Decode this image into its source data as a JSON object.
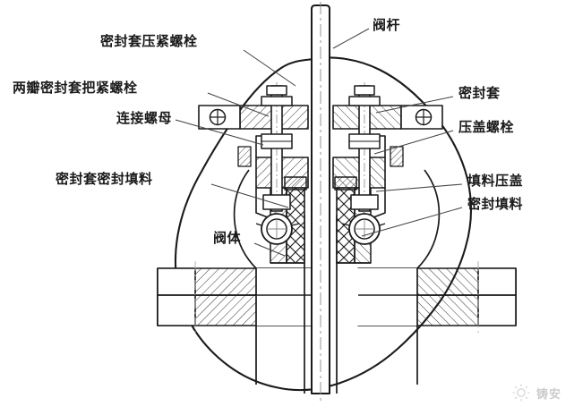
{
  "figure": {
    "kind": "engineering-cross-section",
    "subject": "valve stem packing and sealing sleeve assembly",
    "background_color": "#ffffff",
    "line_color": "#1a1a1a",
    "hatch_color": "#333333"
  },
  "labels": {
    "sleeve_compression_bolt": "密封套压紧螺栓",
    "two_half_sleeve_clamp_bolt": "两瓣密封套把紧螺栓",
    "connecting_nut": "连接螺母",
    "sleeve_sealing_packing": "密封套密封填料",
    "valve_body": "阀体",
    "valve_stem": "阀杆",
    "sealing_sleeve": "密封套",
    "gland_bolt": "压盖螺栓",
    "packing_gland": "填料压盖",
    "sealing_packing": "密封填料"
  },
  "watermark": {
    "text": "铸安",
    "icon": "sun-burst-icon"
  }
}
